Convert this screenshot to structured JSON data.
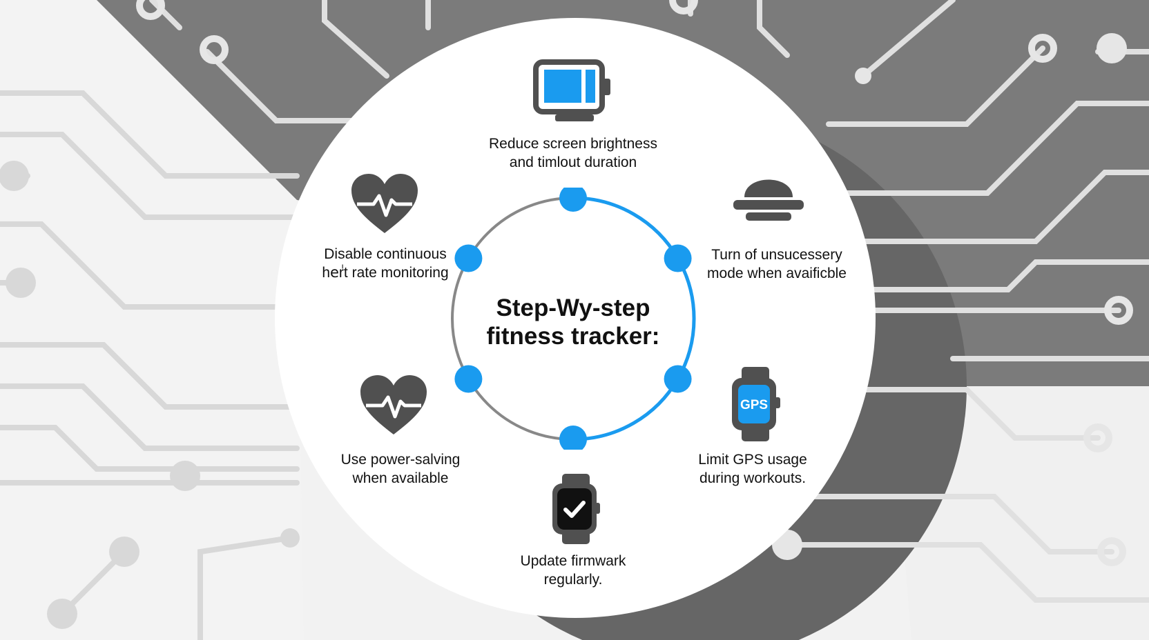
{
  "center_title": {
    "line1": "Step-Wy-step",
    "line2": "fitness tracker:"
  },
  "steps": [
    {
      "line1": "Reduce screen brightness",
      "line2": "and timlout duration",
      "icon": "battery-screen-icon"
    },
    {
      "line1": "Turn of unsucessery",
      "line2": "mode when avaificble",
      "icon": "bell-icon"
    },
    {
      "line1": "Limit GPS usage",
      "line2": "during workouts.",
      "icon": "gps-watch-icon",
      "icon_text": "GPS"
    },
    {
      "line1": "Update firmwark",
      "line2": "regularly.",
      "icon": "smartwatch-check-icon"
    },
    {
      "line1": "Use power-salving",
      "line2": "when available",
      "icon": "heart-rate-icon"
    },
    {
      "line1": "Disable continuous",
      "line2": "heٰrt rate monitoring",
      "icon": "heart-rate-icon"
    }
  ],
  "colors": {
    "accent_blue": "#1a9bef",
    "ring_gray": "#888888",
    "icon_dark": "#505050",
    "bg_light": "#f2f2f2",
    "bg_dark": "#7a7a7a"
  }
}
